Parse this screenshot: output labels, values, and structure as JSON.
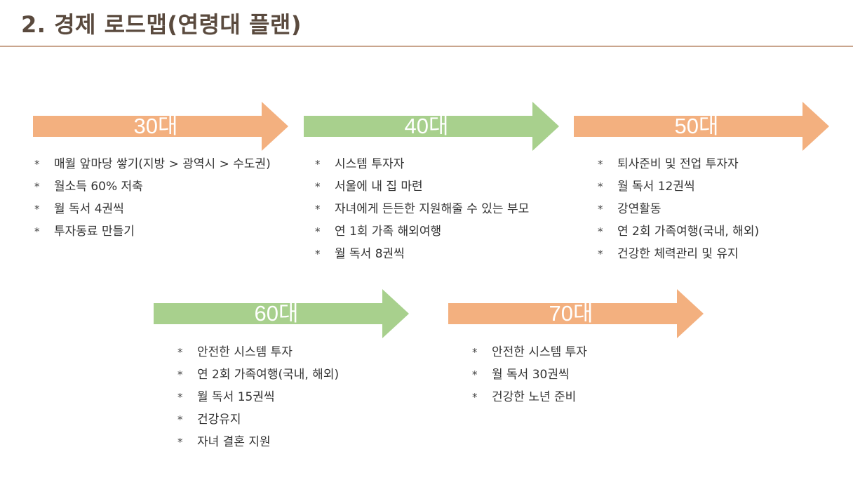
{
  "title": "2. 경제 로드맵(연령대 플랜)",
  "colors": {
    "orange": "#f3b07f",
    "green": "#a8d08d",
    "title": "#5a4a3e",
    "rule": "#c9a58d"
  },
  "bullet_symbol": "*",
  "stages": [
    {
      "label": "30대",
      "color": "orange",
      "items": [
        "매월 앞마당 쌓기(지방 > 광역시 > 수도권)",
        "월소득 60% 저축",
        "월 독서 4권씩",
        "투자동료 만들기"
      ]
    },
    {
      "label": "40대",
      "color": "green",
      "items": [
        "시스템 투자자",
        "서울에 내 집 마련",
        "자녀에게 든든한 지원해줄 수 있는 부모",
        "연 1회 가족 해외여행",
        "월 독서 8권씩"
      ]
    },
    {
      "label": "50대",
      "color": "orange",
      "items": [
        "퇴사준비 및 전업 투자자",
        "월 독서 12권씩",
        "강연활동",
        "연 2회 가족여행(국내, 해외)",
        "건강한 체력관리 및 유지"
      ]
    },
    {
      "label": "60대",
      "color": "green",
      "items": [
        "안전한 시스템 투자",
        "연 2회 가족여행(국내, 해외)",
        "월 독서 15권씩",
        "건강유지",
        "자녀 결혼 지원"
      ]
    },
    {
      "label": "70대",
      "color": "orange",
      "items": [
        "안전한 시스템 투자",
        "월 독서 30권씩",
        "건강한 노년 준비"
      ]
    }
  ]
}
